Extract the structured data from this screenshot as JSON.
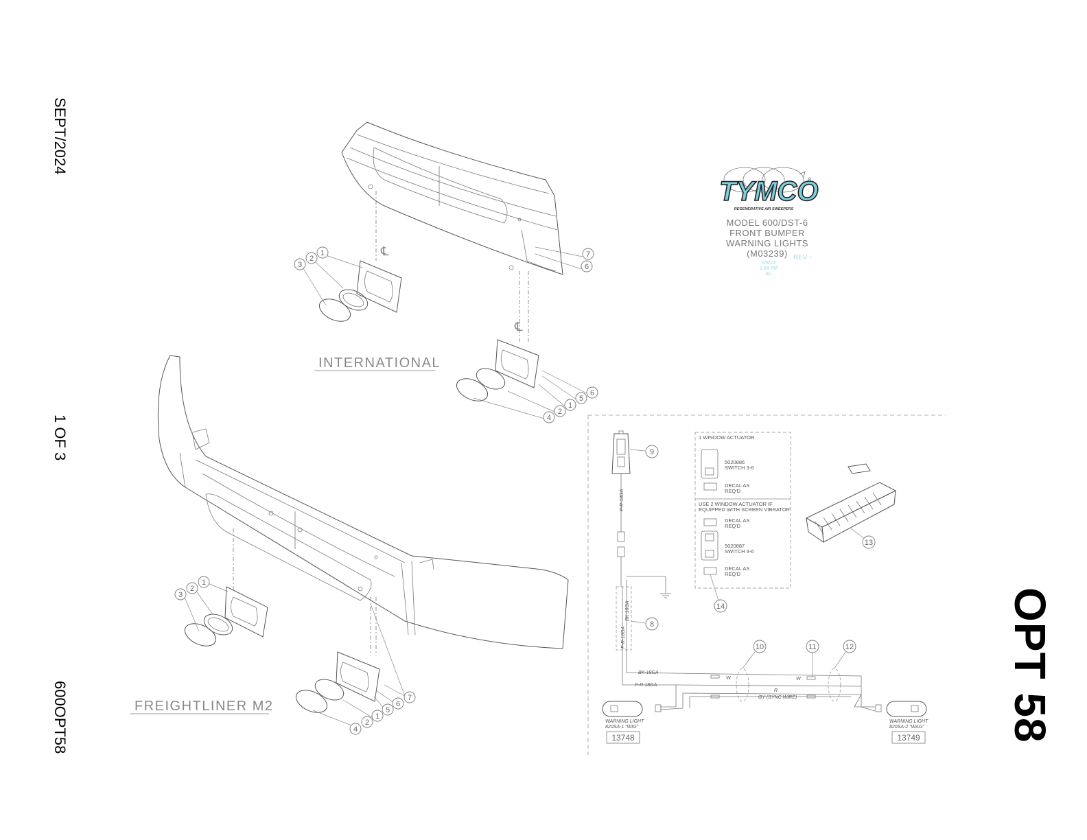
{
  "sidebar": {
    "date": "SEPT/2024",
    "page": "1 OF 3",
    "doc_id": "600OPT58",
    "option": "OPT 58"
  },
  "title_block": {
    "brand": "TYMCO",
    "tagline": "REGENERATIVE AIR SWEEPERS",
    "line1": "MODEL 600/DST-6",
    "line2": "FRONT BUMPER",
    "line3": "WARNING LIGHTS",
    "line4": "(M03239)",
    "rev": "REV -",
    "stamp1": "6/8/23",
    "stamp2": "1:34 PM",
    "stamp3": "SC",
    "brand_color": "#7ecfe0"
  },
  "labels": {
    "international": "INTERNATIONAL",
    "freightliner": "FREIGHTLINER M2"
  },
  "switch_panel": {
    "section1_title": "1 WINDOW ACTUATOR",
    "switch1_pn": "5020886",
    "switch1_desc": "SWITCH 3-6",
    "decal1": "DECAL AS",
    "decal1b": "REQ'D",
    "section2_title_a": "USE 2 WINDOW ACTUATOR IF",
    "section2_title_b": "EQUIPPED WITH SCREEN VIBRATOR",
    "decal2": "DECAL AS",
    "decal2b": "REQ'D",
    "switch2_pn": "5020887",
    "switch2_desc": "SWITCH 3-6",
    "decal3": "DECAL AS",
    "decal3b": "REQ'D"
  },
  "wiring": {
    "w1": "P-R-18GA",
    "w2": "P-R-18GA",
    "w3": "BK-18GA",
    "w4": "BK-18GA",
    "w5": "P-R-18GA",
    "w6": "W",
    "w7": "W",
    "w8": "R",
    "w9": "GY (SYNC WIRE)",
    "light_left_a": "WARNING LIGHT",
    "light_left_b": "820SA-1 \"WIG\"",
    "light_left_pn": "13748",
    "light_right_a": "WARNING LIGHT",
    "light_right_b": "820SA-2 \"WAG\"",
    "light_right_pn": "13749"
  },
  "balloons": [
    "1",
    "2",
    "3",
    "4",
    "5",
    "6",
    "7",
    "8",
    "9",
    "10",
    "11",
    "12",
    "13",
    "14"
  ]
}
